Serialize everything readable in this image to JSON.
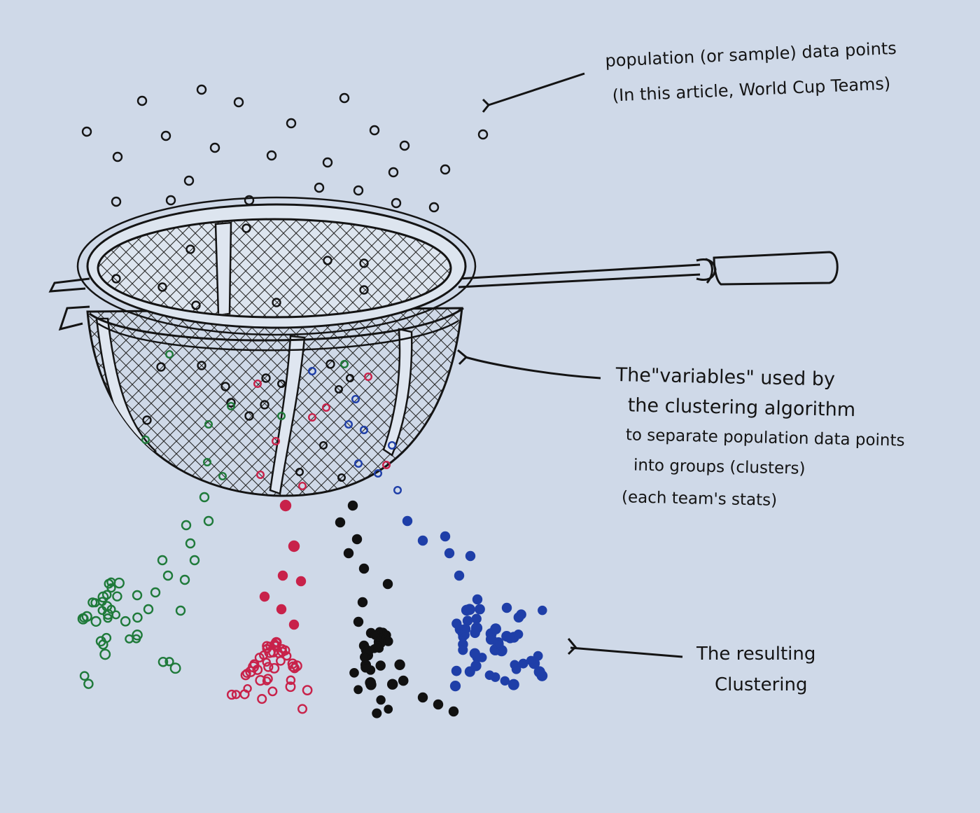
{
  "annotations": {
    "population": {
      "line1": "population (or sample) data points",
      "line2": "(In this article, World Cup Teams)"
    },
    "variables": {
      "line1": "The\"variables\" used by",
      "line2": "the clustering algorithm",
      "line3": "to separate population data points",
      "line4": "into groups (clusters)",
      "line5": "(each team's stats)"
    },
    "result": {
      "line1": "The resulting",
      "line2": "Clustering"
    }
  },
  "colors": {
    "paper": "#cfd9e8",
    "ink": "#141414",
    "green": "#1f7a3a",
    "red": "#c8224a",
    "black": "#111111",
    "blue": "#1f3fa8"
  },
  "clusters": [
    "green",
    "red",
    "black",
    "blue"
  ]
}
